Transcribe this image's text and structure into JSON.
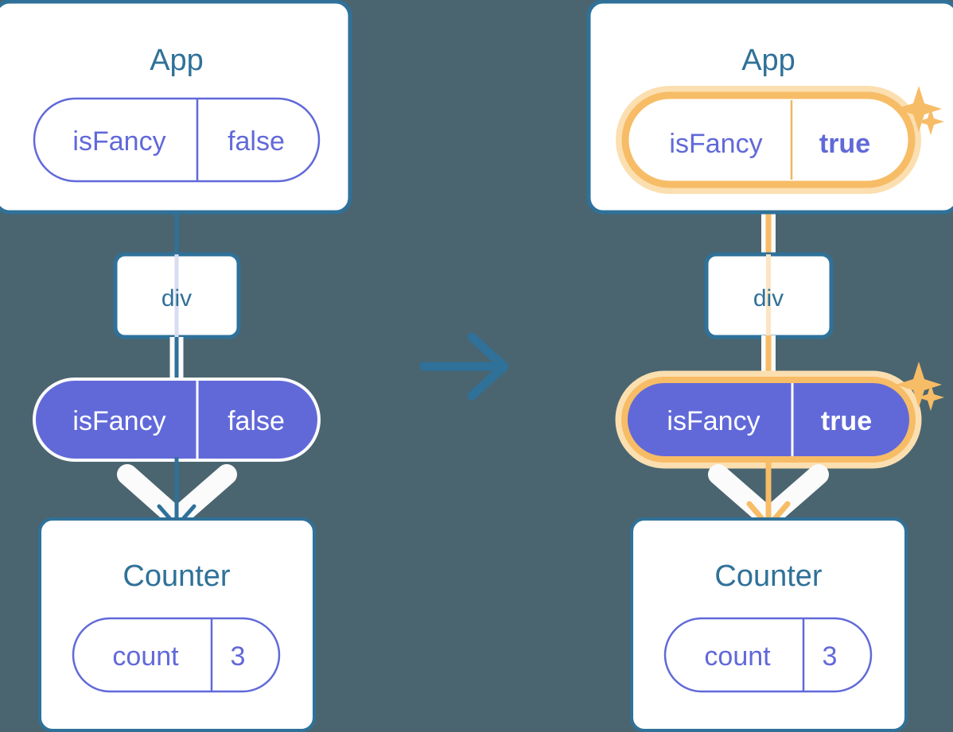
{
  "diagram": {
    "title": "State update propagation from App to Counter",
    "type": "react-component-tree-before-after",
    "background_color": "#4a6570",
    "colors": {
      "box_border_blue": "#2f7199",
      "text_blue": "#2f7199",
      "pill_purple_fill": "#6169d9",
      "pill_purple_text": "#6169d9",
      "pill_white_text": "#ffffff",
      "highlight_orange": "#f7bc66",
      "highlight_orange_glow": "#fbdfb0",
      "wire_white": "#fbfbfb"
    },
    "transition_arrow": {
      "icon": "arrow-right-icon",
      "color": "#2f7199"
    },
    "panels": [
      {
        "id": "before",
        "state": "initial",
        "highlighted": false,
        "wire_color": "#2f7199",
        "app": {
          "title": "App",
          "pill": {
            "label": "isFancy",
            "value": "false",
            "variant": "outline",
            "highlighted": false,
            "bold_value": false
          }
        },
        "div": {
          "label": "div"
        },
        "prop_pill": {
          "label": "isFancy",
          "value": "false",
          "variant": "filled",
          "highlighted": false,
          "bold_value": false
        },
        "counter": {
          "title": "Counter",
          "pill": {
            "label": "count",
            "value": "3",
            "variant": "outline",
            "highlighted": false,
            "bold_value": false
          }
        },
        "sparkles": false
      },
      {
        "id": "after",
        "state": "updated",
        "highlighted": true,
        "wire_color": "#f7bc66",
        "app": {
          "title": "App",
          "pill": {
            "label": "isFancy",
            "value": "true",
            "variant": "outline",
            "highlighted": true,
            "bold_value": true
          }
        },
        "div": {
          "label": "div"
        },
        "prop_pill": {
          "label": "isFancy",
          "value": "true",
          "variant": "filled",
          "highlighted": true,
          "bold_value": true
        },
        "counter": {
          "title": "Counter",
          "pill": {
            "label": "count",
            "value": "3",
            "variant": "outline",
            "highlighted": false,
            "bold_value": false
          }
        },
        "sparkles": true
      }
    ]
  }
}
